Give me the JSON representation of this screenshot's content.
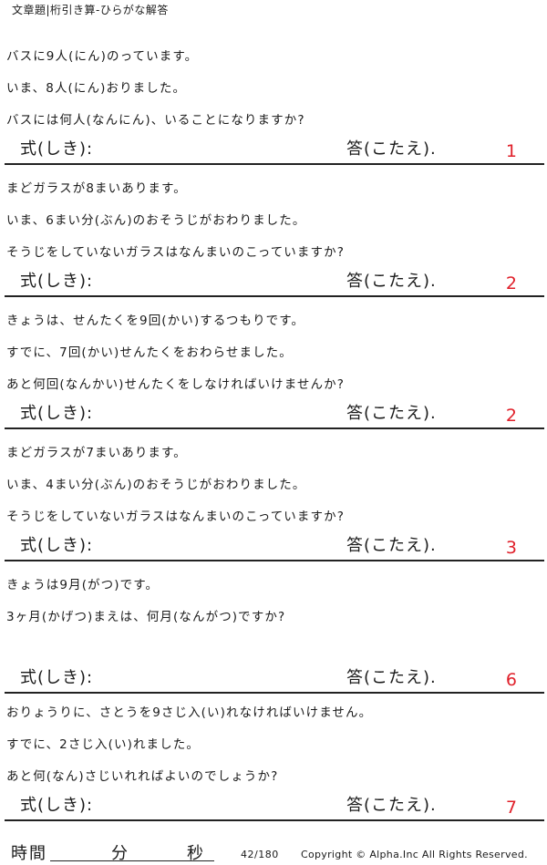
{
  "header": {
    "title": "文章題|桁引き算-ひらがな解答"
  },
  "labels": {
    "formula": "式(しき):",
    "answer": "答(こたえ)."
  },
  "problems": [
    {
      "lines": [
        "バスに9人(にん)のっています。",
        "いま、8人(にん)おりました。",
        "バスには何人(なんにん)、いることになりますか?"
      ],
      "number": "1"
    },
    {
      "lines": [
        "まどガラスが8まいあります。",
        "いま、6まい分(ぶん)のおそうじがおわりました。",
        "そうじをしていないガラスはなんまいのこっていますか?"
      ],
      "number": "2"
    },
    {
      "lines": [
        "きょうは、せんたくを9回(かい)するつもりです。",
        "すでに、7回(かい)せんたくをおわらせました。",
        "あと何回(なんかい)せんたくをしなければいけませんか?"
      ],
      "number": "2"
    },
    {
      "lines": [
        "まどガラスが7まいあります。",
        "いま、4まい分(ぶん)のおそうじがおわりました。",
        "そうじをしていないガラスはなんまいのこっていますか?"
      ],
      "number": "3"
    },
    {
      "lines": [
        "きょうは9月(がつ)です。",
        "3ヶ月(かげつ)まえは、何月(なんがつ)ですか?",
        ""
      ],
      "number": "6"
    },
    {
      "lines": [
        "おりょうりに、さとうを9さじ入(い)れなければいけません。",
        "すでに、2さじ入(い)れました。",
        "あと何(なん)さじいれればよいのでしょうか?"
      ],
      "number": "7"
    }
  ],
  "footer": {
    "time": "時間",
    "minutes": "分",
    "seconds": "秒",
    "page": "42/180",
    "copyright": "Copyright © Alpha.Inc All Rights Reserved."
  },
  "colors": {
    "number": "#e0202a",
    "text": "#1a1a1a",
    "rule": "#222222"
  }
}
